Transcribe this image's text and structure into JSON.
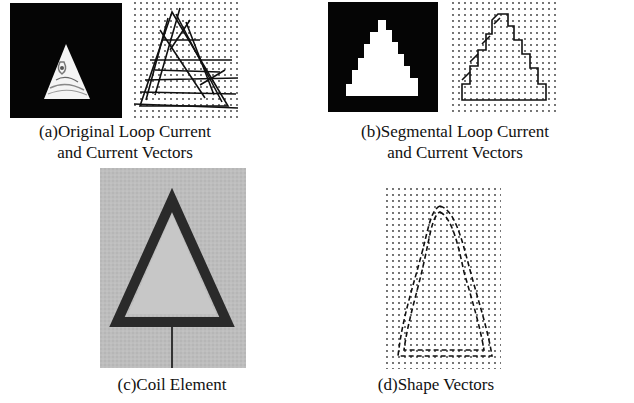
{
  "diagram": {
    "labels": [
      "(a)Original Loop Current and Current Vectors",
      "(b)Segmental Loop Current and Current Vectors",
      "(c)Coil Element",
      "(d)Shape Vectors"
    ]
  }
}
